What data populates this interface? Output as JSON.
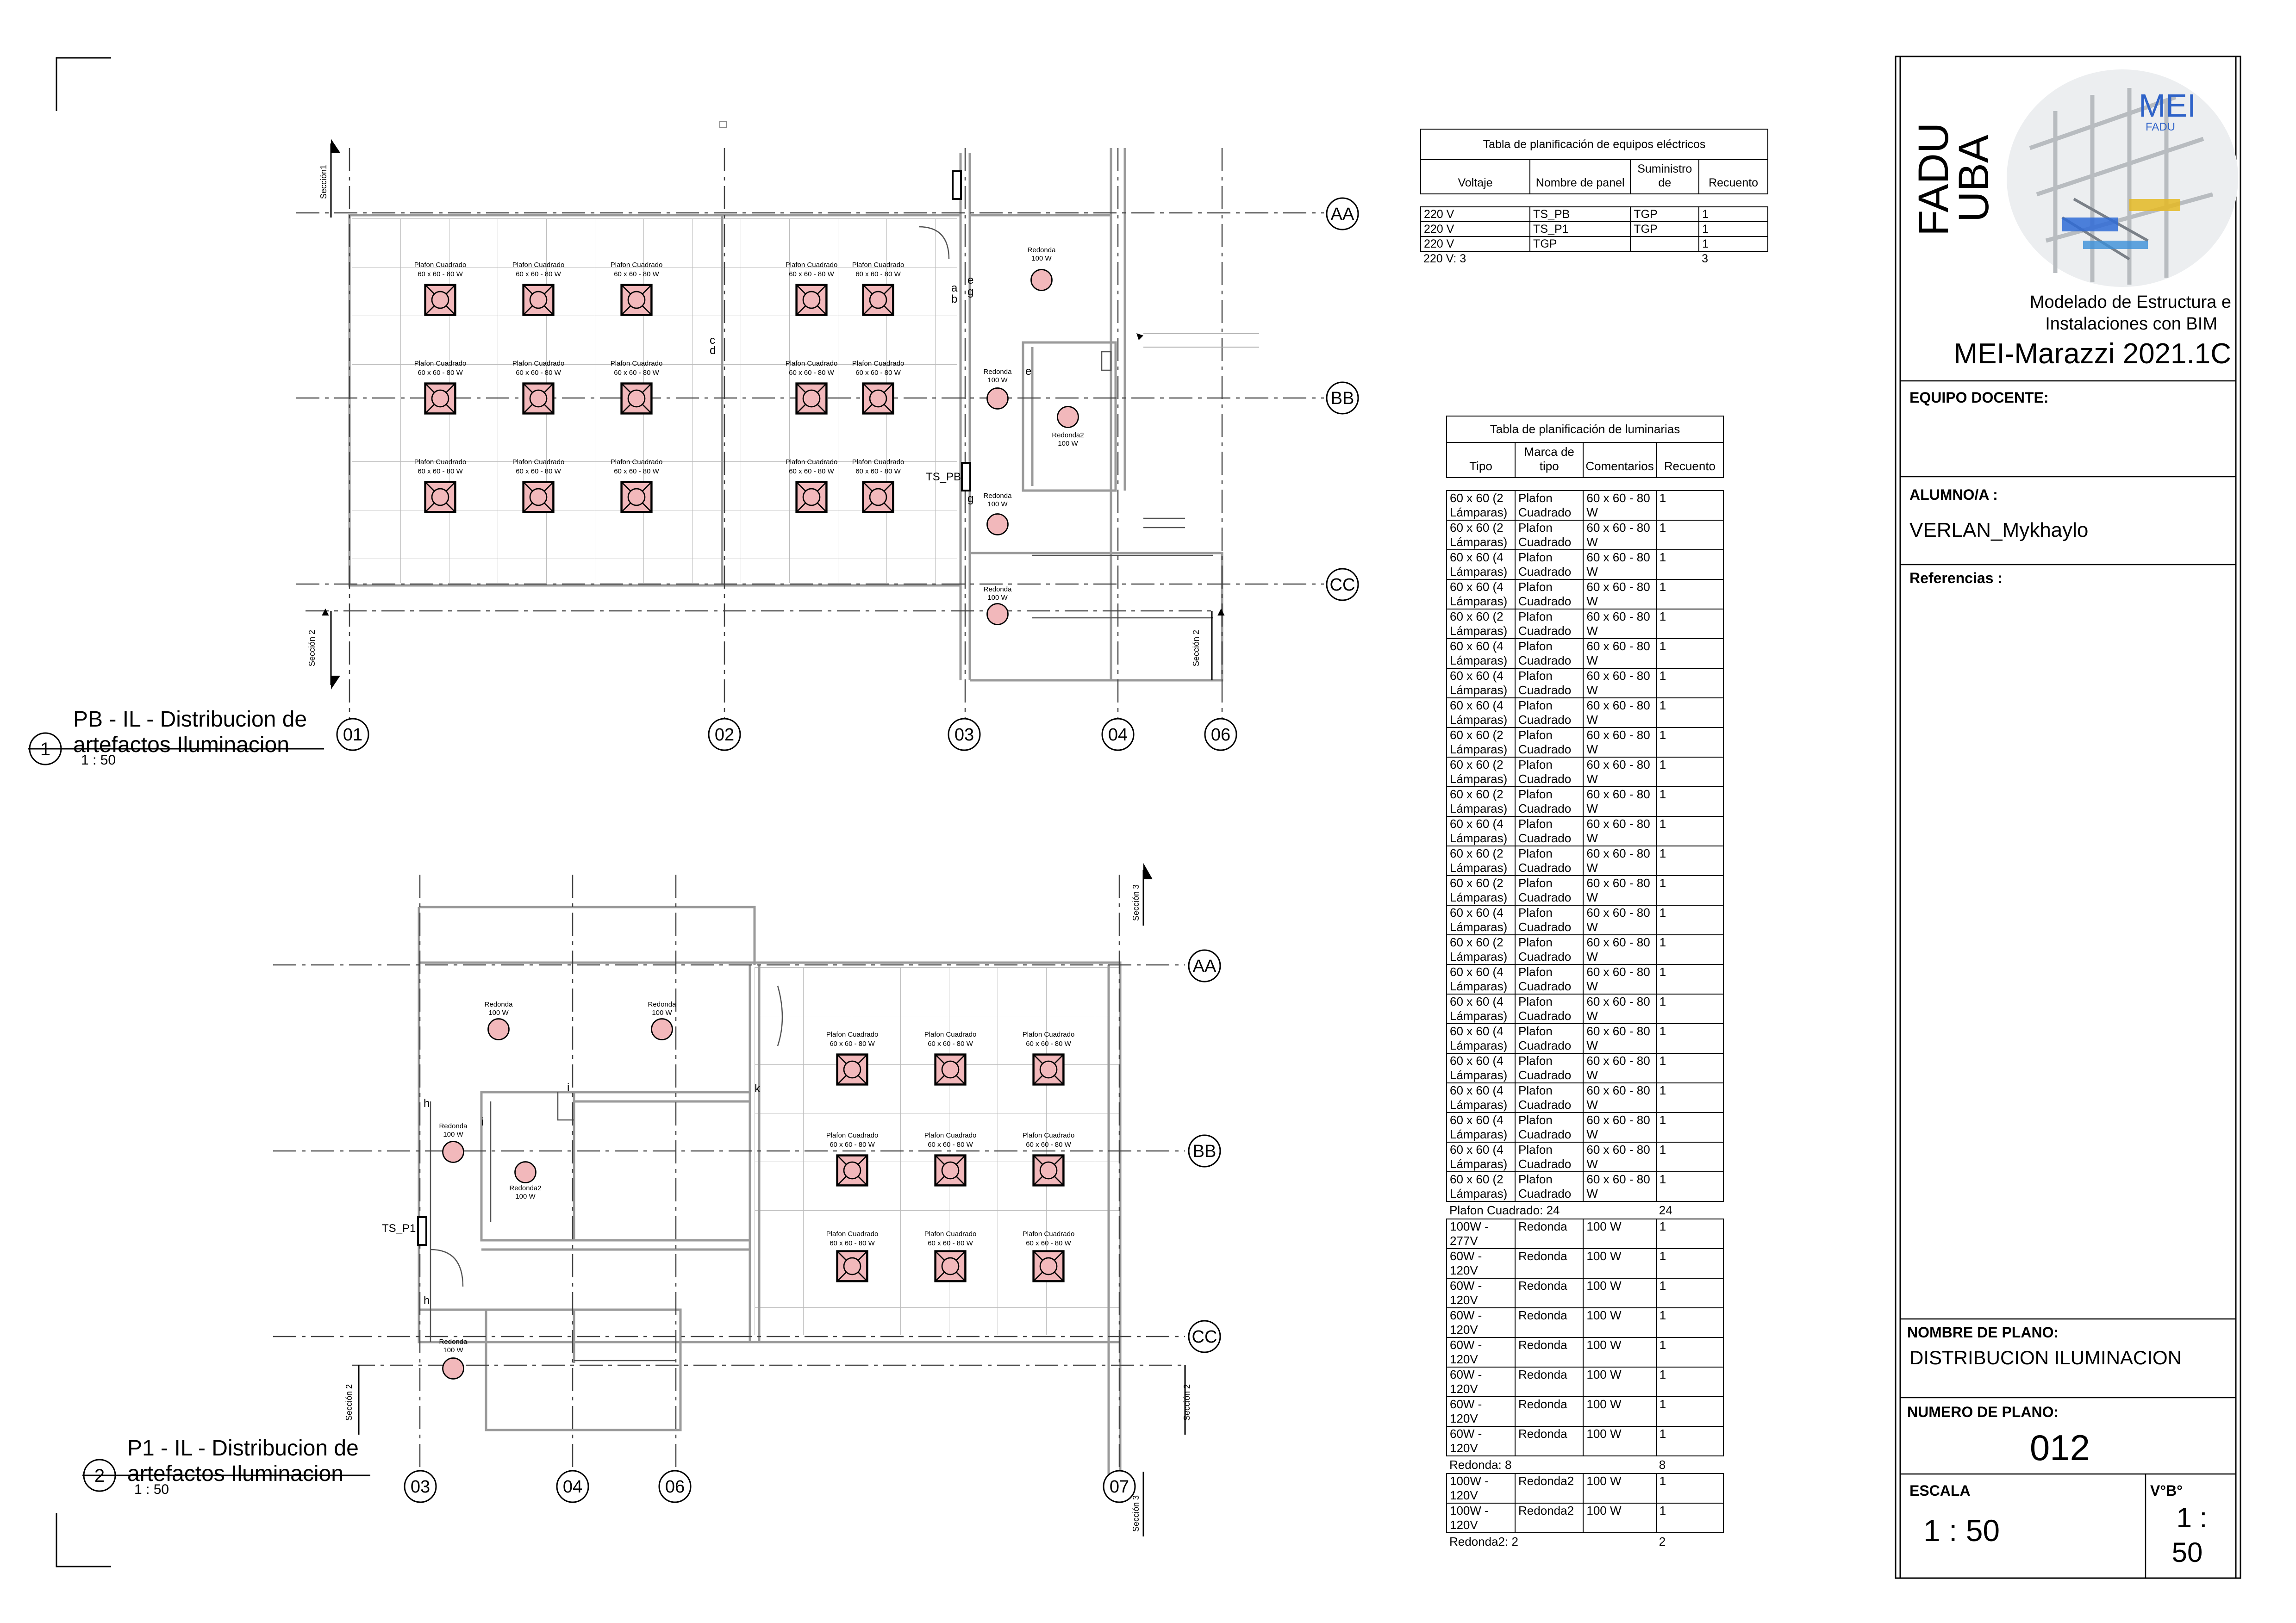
{
  "plans": [
    {
      "number": "1",
      "title_line1": "PB - IL - Distribucion de",
      "title_line2": "artefactos Iluminacion",
      "scale": "1 : 50"
    },
    {
      "number": "2",
      "title_line1": "P1 - IL - Distribucion de",
      "title_line2": "artefactos Iluminacion",
      "scale": "1 : 50"
    }
  ],
  "grid_labels": {
    "pb_cols": [
      "01",
      "02",
      "03",
      "04",
      "06"
    ],
    "pb_rows": [
      "AA",
      "BB",
      "CC"
    ],
    "p1_cols": [
      "03",
      "04",
      "06",
      "07"
    ],
    "p1_rows": [
      "AA",
      "BB",
      "CC"
    ]
  },
  "section_marks": {
    "s1": "Sección1",
    "s2": "Sección 2",
    "s3": "Sección 3"
  },
  "fixture_labels": {
    "plafon_name": "Plafon Cuadrado",
    "plafon_spec": "60 x 60 - 80 W",
    "redonda_name": "Redonda",
    "redonda2_name": "Redonda2",
    "round_spec": "100 W"
  },
  "panel_tags": {
    "pb": "TS_PB",
    "p1": "TS_P1"
  },
  "switch_letters": {
    "a": "a",
    "b": "b",
    "c": "c",
    "d": "d",
    "e": "e",
    "g": "g",
    "h": "h",
    "i": "i",
    "k": "k"
  },
  "electrical_schedule": {
    "title": "Tabla de planificación de equipos eléctricos",
    "headers": [
      "Voltaje",
      "Nombre de panel",
      "Suministro de",
      "Recuento"
    ],
    "rows": [
      [
        "220 V",
        "TS_PB",
        "TGP",
        "1"
      ],
      [
        "220 V",
        "TS_P1",
        "TGP",
        "1"
      ],
      [
        "220 V",
        "TGP",
        "",
        "1"
      ]
    ],
    "total_label": "220 V: 3",
    "total_count": "3"
  },
  "luminaire_schedule": {
    "title": "Tabla de planificación de luminarias",
    "headers": [
      "Tipo",
      "Marca de tipo",
      "Comentarios",
      "Recuento"
    ],
    "plafon_rows": [
      [
        "60 x 60 (2 Lámparas)",
        "Plafon Cuadrado",
        "60 x 60 - 80 W",
        "1"
      ],
      [
        "60 x 60 (2 Lámparas)",
        "Plafon Cuadrado",
        "60 x 60 - 80 W",
        "1"
      ],
      [
        "60 x 60 (4 Lámparas)",
        "Plafon Cuadrado",
        "60 x 60 - 80 W",
        "1"
      ],
      [
        "60 x 60 (4 Lámparas)",
        "Plafon Cuadrado",
        "60 x 60 - 80 W",
        "1"
      ],
      [
        "60 x 60 (2 Lámparas)",
        "Plafon Cuadrado",
        "60 x 60 - 80 W",
        "1"
      ],
      [
        "60 x 60 (4 Lámparas)",
        "Plafon Cuadrado",
        "60 x 60 - 80 W",
        "1"
      ],
      [
        "60 x 60 (4 Lámparas)",
        "Plafon Cuadrado",
        "60 x 60 - 80 W",
        "1"
      ],
      [
        "60 x 60 (4 Lámparas)",
        "Plafon Cuadrado",
        "60 x 60 - 80 W",
        "1"
      ],
      [
        "60 x 60 (2 Lámparas)",
        "Plafon Cuadrado",
        "60 x 60 - 80 W",
        "1"
      ],
      [
        "60 x 60 (2 Lámparas)",
        "Plafon Cuadrado",
        "60 x 60 - 80 W",
        "1"
      ],
      [
        "60 x 60 (2 Lámparas)",
        "Plafon Cuadrado",
        "60 x 60 - 80 W",
        "1"
      ],
      [
        "60 x 60 (4 Lámparas)",
        "Plafon Cuadrado",
        "60 x 60 - 80 W",
        "1"
      ],
      [
        "60 x 60 (2 Lámparas)",
        "Plafon Cuadrado",
        "60 x 60 - 80 W",
        "1"
      ],
      [
        "60 x 60 (2 Lámparas)",
        "Plafon Cuadrado",
        "60 x 60 - 80 W",
        "1"
      ],
      [
        "60 x 60 (4 Lámparas)",
        "Plafon Cuadrado",
        "60 x 60 - 80 W",
        "1"
      ],
      [
        "60 x 60 (2 Lámparas)",
        "Plafon Cuadrado",
        "60 x 60 - 80 W",
        "1"
      ],
      [
        "60 x 60 (4 Lámparas)",
        "Plafon Cuadrado",
        "60 x 60 - 80 W",
        "1"
      ],
      [
        "60 x 60 (4 Lámparas)",
        "Plafon Cuadrado",
        "60 x 60 - 80 W",
        "1"
      ],
      [
        "60 x 60 (4 Lámparas)",
        "Plafon Cuadrado",
        "60 x 60 - 80 W",
        "1"
      ],
      [
        "60 x 60 (4 Lámparas)",
        "Plafon Cuadrado",
        "60 x 60 - 80 W",
        "1"
      ],
      [
        "60 x 60 (4 Lámparas)",
        "Plafon Cuadrado",
        "60 x 60 - 80 W",
        "1"
      ],
      [
        "60 x 60 (4 Lámparas)",
        "Plafon Cuadrado",
        "60 x 60 - 80 W",
        "1"
      ],
      [
        "60 x 60 (4 Lámparas)",
        "Plafon Cuadrado",
        "60 x 60 - 80 W",
        "1"
      ],
      [
        "60 x 60 (2 Lámparas)",
        "Plafon Cuadrado",
        "60 x 60 - 80 W",
        "1"
      ]
    ],
    "plafon_total": [
      "Plafon Cuadrado: 24",
      "24"
    ],
    "redonda_rows": [
      [
        "100W - 277V",
        "Redonda",
        "100 W",
        "1"
      ],
      [
        "60W - 120V",
        "Redonda",
        "100 W",
        "1"
      ],
      [
        "60W - 120V",
        "Redonda",
        "100 W",
        "1"
      ],
      [
        "60W - 120V",
        "Redonda",
        "100 W",
        "1"
      ],
      [
        "60W - 120V",
        "Redonda",
        "100 W",
        "1"
      ],
      [
        "60W - 120V",
        "Redonda",
        "100 W",
        "1"
      ],
      [
        "60W - 120V",
        "Redonda",
        "100 W",
        "1"
      ],
      [
        "60W - 120V",
        "Redonda",
        "100 W",
        "1"
      ]
    ],
    "redonda_total": [
      "Redonda: 8",
      "8"
    ],
    "redonda2_rows": [
      [
        "100W - 120V",
        "Redonda2",
        "100 W",
        "1"
      ],
      [
        "100W - 120V",
        "Redonda2",
        "100 W",
        "1"
      ]
    ],
    "redonda2_total": [
      "Redonda2: 2",
      "2"
    ]
  },
  "title_block": {
    "logo_line1": "FADU",
    "logo_line2": "UBA",
    "mei_logo": "MEI",
    "mei_sub": "FADU",
    "course_line1": "Modelado de Estructura e",
    "course_line2": "Instalaciones con BIM",
    "course_code": "MEI-Marazzi 2021.1C",
    "equipo_label": "EQUIPO DOCENTE:",
    "alumno_label": "ALUMNO/A :",
    "alumno_name": "VERLAN_Mykhaylo",
    "referencias_label": "Referencias :",
    "nombre_label": "NOMBRE DE PLANO:",
    "nombre_value": "DISTRIBUCION ILUMINACION",
    "numero_label": "NUMERO DE PLANO:",
    "numero_value": "012",
    "escala_label": "ESCALA",
    "escala_value": "1 : 50",
    "vb_label": "V°B°",
    "vb_line1": "1 :",
    "vb_line2": "50"
  }
}
